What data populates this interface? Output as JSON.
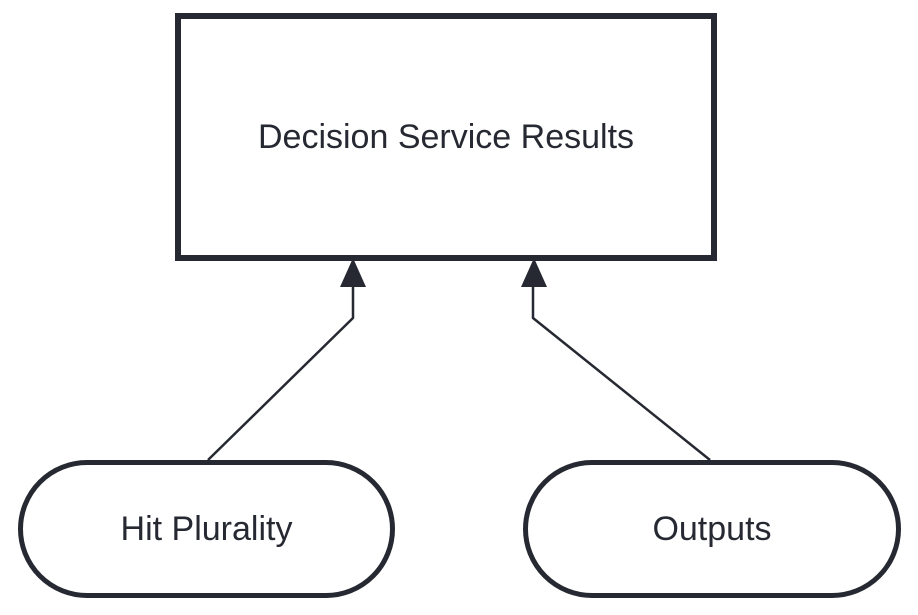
{
  "diagram": {
    "nodes": [
      {
        "id": "decision-service-results",
        "shape": "rectangle",
        "label": "Decision Service Results"
      },
      {
        "id": "hit-plurality",
        "shape": "pill",
        "label": "Hit Plurality"
      },
      {
        "id": "outputs",
        "shape": "pill",
        "label": "Outputs"
      }
    ],
    "connectors": [
      {
        "from": "Hit Plurality",
        "to": "Decision Service Results",
        "style": "solid-line-arrowhead"
      },
      {
        "from": "Outputs",
        "to": "Decision Service Results",
        "style": "solid-line-arrowhead"
      }
    ],
    "colors": {
      "stroke": "#262932",
      "fill": "#ffffff",
      "text": "#262932",
      "background": "#ffffff"
    }
  }
}
